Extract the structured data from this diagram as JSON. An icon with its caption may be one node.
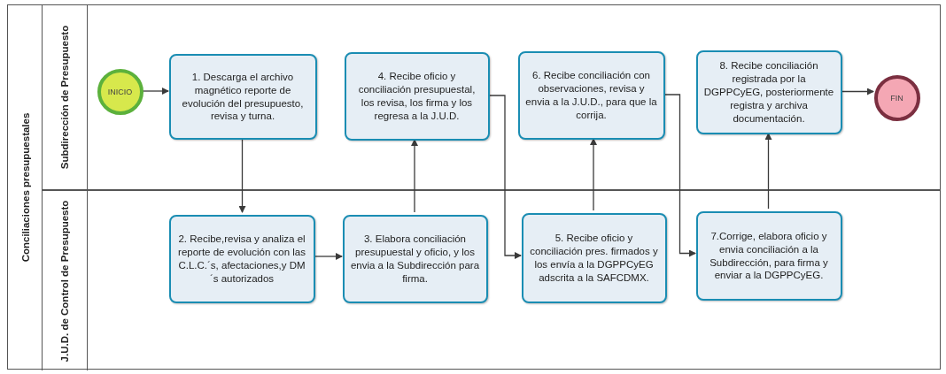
{
  "diagram": {
    "nodes": [
      {
        "text": [
          "Conciliaciones presupuestales"
        ]
      },
      {
        "text": [
          "Subdirección de Presupuesto"
        ],
        "in": 0
      },
      {
        "text": [
          "INICIO"
        ],
        "in": 1
      },
      {
        "text": [
          "1. Descarga el archivo magnético reporte de evolución del presupuesto, revisa y turna."
        ],
        "in": 1
      },
      {
        "text": [
          "4. Recibe oficio y conciliación presupuestal, los revisa, los firma y los regresa a la J.U.D."
        ],
        "in": 1
      },
      {
        "text": [
          "6. Recibe conciliación con observaciones, revisa y envia a la J.U.D., para que la corrija."
        ],
        "in": 1
      },
      {
        "text": [
          "8. Recibe conciliación registrada por la DGPPCyEG, posteriormente registra y archiva documentación."
        ],
        "in": 1
      },
      {
        "text": [
          "FIN"
        ],
        "in": 1
      },
      {
        "text": [
          "J.U.D. de Control de Presupuesto"
        ],
        "in": 0
      },
      {
        "text": [
          "2. Recibe,revisa y analiza el reporte de evolución con las C.L.C.´s, afectaciones,y DM´s autorizados"
        ],
        "in": 8
      },
      {
        "text": [
          "3. Elabora conciliación presupuestal y oficio, y los envia a la Subdirección para firma."
        ],
        "in": 8
      },
      {
        "text": [
          "5. Recibe oficio y conciliación pres. firmados y los envía a la DGPPCyEG adscrita a la SAFCDMX."
        ],
        "in": 8
      },
      {
        "text": [
          "7.Corrige, elabora oficio y envia conciliación a la Subdirección, para firma y enviar a la DGPPCyEG."
        ],
        "in": 8
      }
    ],
    "edges": [
      {
        "from": 2,
        "to": 3,
        "arrow": "to"
      },
      {
        "from": 3,
        "to": 9,
        "arrow": "to"
      },
      {
        "from": 9,
        "to": 10,
        "arrow": "to"
      },
      {
        "from": 10,
        "to": 4,
        "arrow": "to"
      },
      {
        "from": 4,
        "to": 11,
        "arrow": "to"
      },
      {
        "from": 11,
        "to": 5,
        "arrow": "to"
      },
      {
        "from": 5,
        "to": 12,
        "arrow": "to"
      },
      {
        "from": 12,
        "to": 6,
        "arrow": "to"
      },
      {
        "from": 6,
        "to": 7,
        "arrow": "to"
      }
    ]
  }
}
